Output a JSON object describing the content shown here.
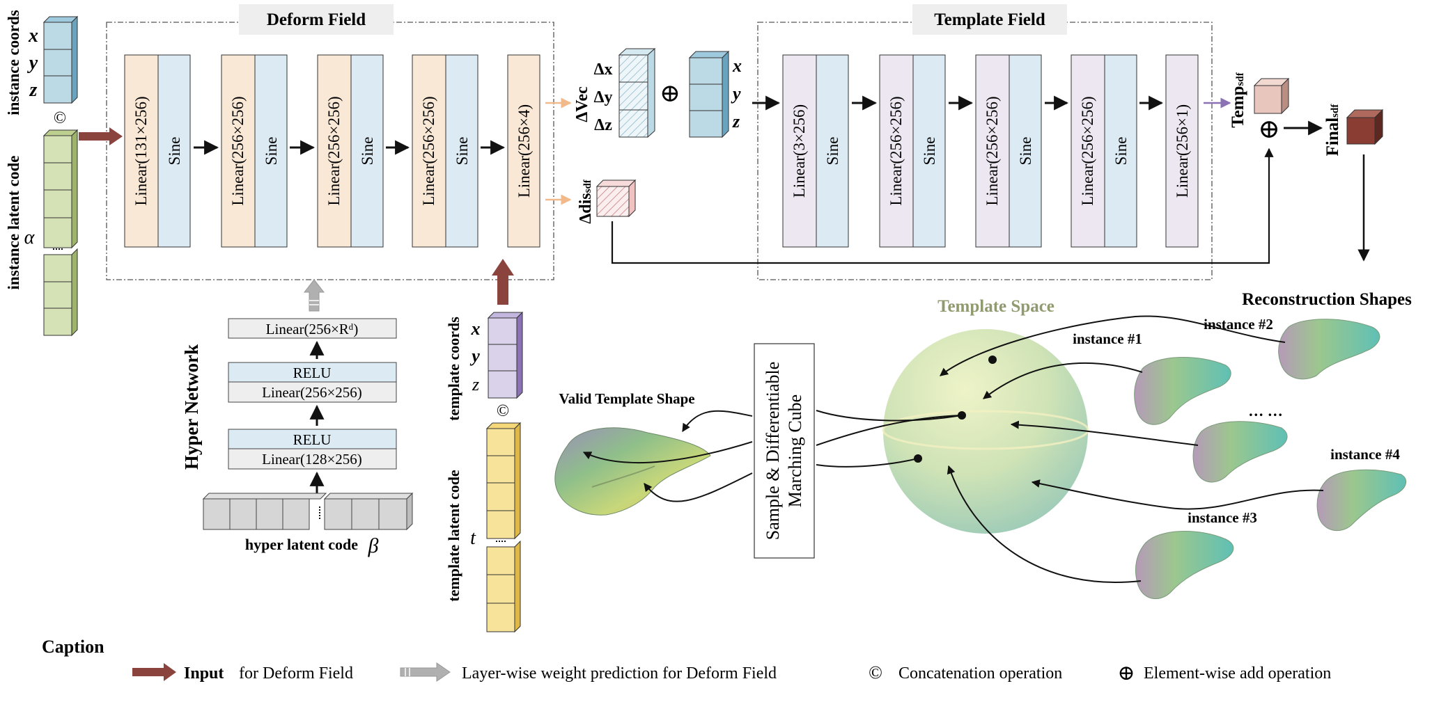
{
  "deform_field": {
    "title": "Deform Field",
    "layers": [
      {
        "linear": "Linear(131×256)",
        "act": "Sine"
      },
      {
        "linear": "Linear(256×256)",
        "act": "Sine"
      },
      {
        "linear": "Linear(256×256)",
        "act": "Sine"
      },
      {
        "linear": "Linear(256×256)",
        "act": "Sine"
      },
      {
        "linear": "Linear(256×4)",
        "act": ""
      }
    ]
  },
  "template_field": {
    "title": "Template Field",
    "layers": [
      {
        "linear": "Linear(3×256)",
        "act": "Sine"
      },
      {
        "linear": "Linear(256×256)",
        "act": "Sine"
      },
      {
        "linear": "Linear(256×256)",
        "act": "Sine"
      },
      {
        "linear": "Linear(256×256)",
        "act": "Sine"
      },
      {
        "linear": "Linear(256×1)",
        "act": ""
      }
    ]
  },
  "instance_input": {
    "coords_label": "instance coords",
    "latent_label": "instance latent code",
    "alpha": "α",
    "coords": [
      "x",
      "y",
      "z"
    ]
  },
  "delta": {
    "vec_label": "ΔVec",
    "vec_components": [
      "Δx",
      "Δy",
      "Δz"
    ],
    "coords": [
      "x",
      "y",
      "z"
    ],
    "dis_label": "Δdis",
    "dis_sub": "sdf"
  },
  "temp_label": "Temp",
  "temp_sub": "sdf",
  "final_label": "Final",
  "final_sub": "sdf",
  "hyper_network": {
    "title": "Hyper Network",
    "layers": [
      "Linear(256×Rᵈ)",
      "RELU",
      "Linear(256×256)",
      "RELU",
      "Linear(128×256)"
    ],
    "latent_label": "hyper latent code",
    "beta": "β"
  },
  "template_input": {
    "coords_label": "template coords",
    "latent_label": "template latent code",
    "t": "t",
    "coords": [
      "x",
      "y",
      "z"
    ]
  },
  "marching_label_1": "Sample & Differentiable",
  "marching_label_2": "Marching Cube",
  "valid_template_label": "Valid Template Shape",
  "template_space_label": "Template Space",
  "reconstruction_label": "Reconstruction Shapes",
  "instances": [
    "instance #1",
    "instance #2",
    "instance #3",
    "instance #4"
  ],
  "ellipsis": "… …",
  "concat_symbol": "©",
  "add_symbol": "⊕",
  "caption": {
    "title": "Caption",
    "input_bold": "Input",
    "input_rest": "for Deform Field",
    "weight": "Layer-wise weight prediction for Deform Field",
    "concat": "Concatenation operation",
    "add": "Element-wise add operation"
  },
  "colors": {
    "linear_peach": "#f9e8d6",
    "sine_blue": "#dbeaf3",
    "linear_lavender": "#ede7f1",
    "coords_blue": "#bcd9e6",
    "latent_green": "#d5e2b6",
    "latent_yellow": "#f7e39a",
    "template_purple": "#d9d2ea",
    "input_arrow": "#8b443d",
    "weight_arrow": "#a9a9a9",
    "sphere_green": "#d7e6b0",
    "temp_pink": "#e8c6bd",
    "final_brown": "#8a3d33"
  }
}
